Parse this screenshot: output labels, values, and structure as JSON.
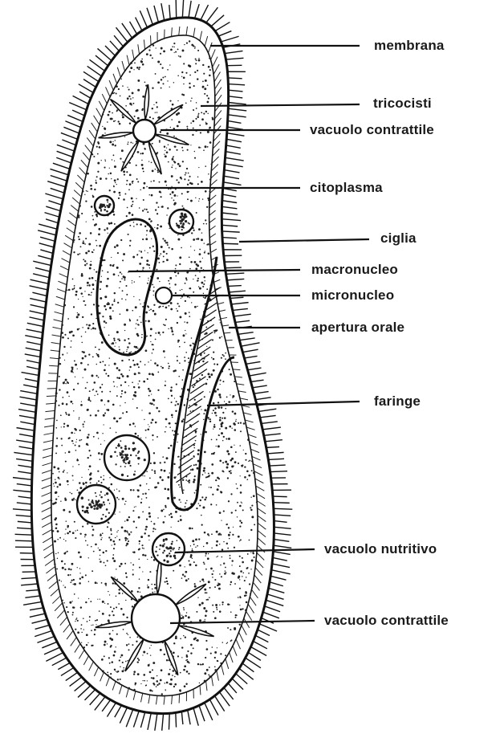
{
  "diagram": {
    "subject": "paramecium",
    "labels": [
      {
        "key": "membrana",
        "text": "membrana"
      },
      {
        "key": "tricocisti",
        "text": "tricocisti"
      },
      {
        "key": "vacuolo_contrattile_top",
        "text": "vacuolo  contrattile"
      },
      {
        "key": "citoplasma",
        "text": "citoplasma"
      },
      {
        "key": "ciglia",
        "text": "ciglia"
      },
      {
        "key": "macronucleo",
        "text": "macronucleo"
      },
      {
        "key": "micronucleo",
        "text": "micronucleo"
      },
      {
        "key": "apertura_orale",
        "text": "apertura  orale"
      },
      {
        "key": "faringe",
        "text": "faringe"
      },
      {
        "key": "vacuolo_nutritivo",
        "text": "vacuolo  nutritivo"
      },
      {
        "key": "vacuolo_contrattile_bottom",
        "text": "vacuolo  contrattile"
      }
    ],
    "colors": {
      "ink": "#111111",
      "background": "#ffffff"
    }
  }
}
